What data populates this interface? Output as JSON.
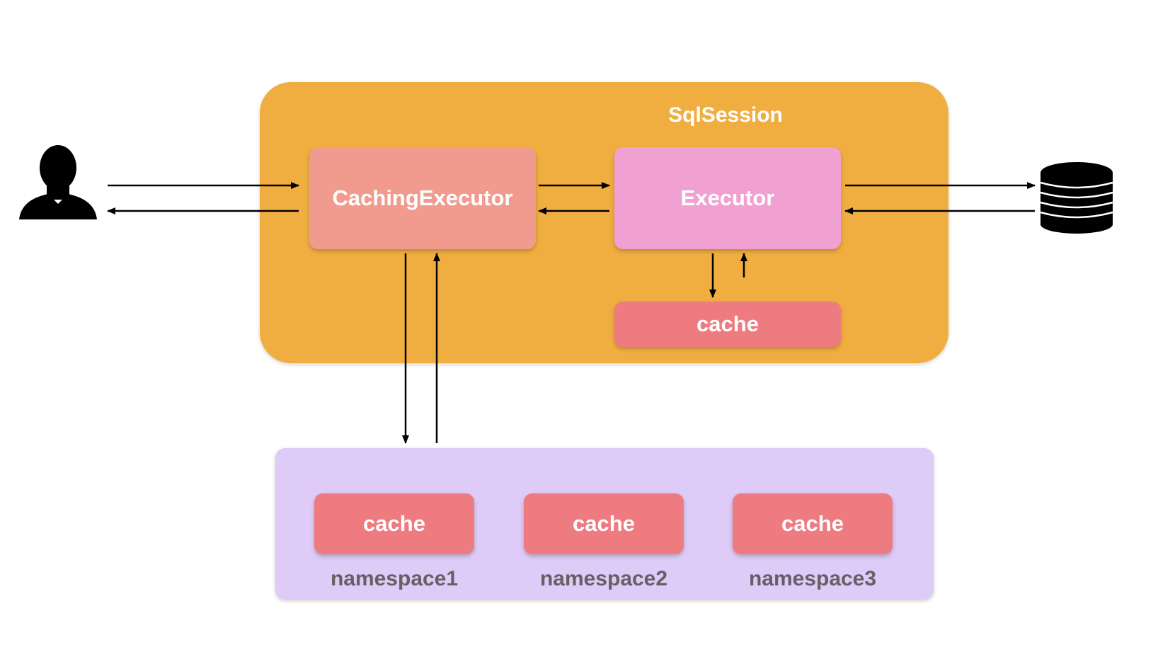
{
  "colors": {
    "session_bg": "#F0AE40",
    "caching_executor_bg": "#F19B8F",
    "executor_bg": "#F1A1D1",
    "cache_bg": "#EE7B80",
    "global_area_bg": "#DECBF7",
    "arrow": "#000000",
    "icon": "#000000"
  },
  "icons": {
    "user": "user-silhouette-icon",
    "database": "database-stack-icon"
  },
  "session": {
    "title": "SqlSession",
    "caching_executor": "CachingExecutor",
    "executor": "Executor",
    "local_cache": "cache"
  },
  "second_level": {
    "namespaces": [
      {
        "cache_label": "cache",
        "name": "namespace1"
      },
      {
        "cache_label": "cache",
        "name": "namespace2"
      },
      {
        "cache_label": "cache",
        "name": "namespace3"
      }
    ]
  }
}
